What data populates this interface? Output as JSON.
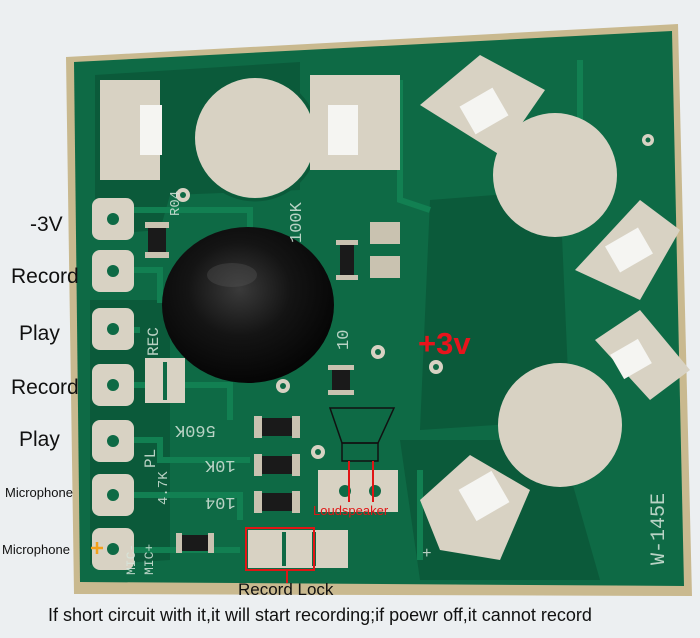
{
  "colors": {
    "board": "#0e6a45",
    "board_dark": "#0a4f33",
    "pad": "#d8d2c3",
    "highlight": "#e8141c",
    "label": "#111111"
  },
  "pin_labels": [
    "-3V",
    "Record",
    "Play",
    "Record",
    "Play",
    "Microphone",
    "Microphone"
  ],
  "annotations": {
    "plus_3v": "+3v",
    "loudspeaker": "Loudspeaker",
    "record_lock": "Record Lock",
    "footnote": "If short circuit with it,it will start recording;if poewr off,it cannot record"
  },
  "silkscreen": {
    "r04": "R04",
    "k100": "100K",
    "rec": "REC",
    "pl": "PL",
    "k560": "560K",
    "k10": "10K",
    "c104": "104",
    "k47": "4.7K",
    "mic1": "MIC+",
    "mic2": "MIC-",
    "c10": "10",
    "model": "W-145E",
    "plus": "+"
  }
}
